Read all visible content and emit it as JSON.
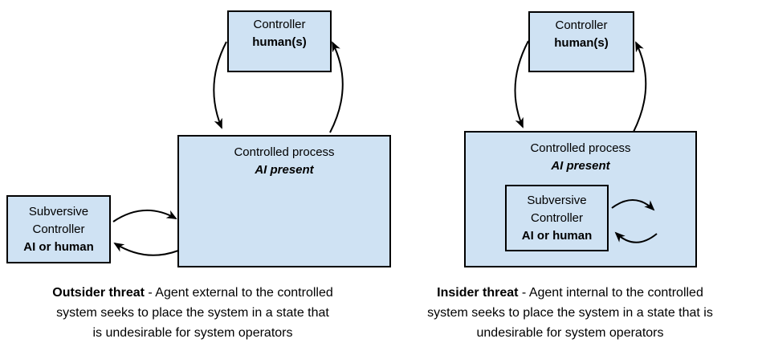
{
  "colors": {
    "box_fill": "#cfe2f3",
    "box_border": "#000000",
    "arrow": "#000000",
    "text": "#000000",
    "background": "#ffffff"
  },
  "diagrams": [
    {
      "name": "outsider-threat",
      "controller_box": {
        "line1": "Controller",
        "line2": "human(s)"
      },
      "process_box": {
        "line1": "Controlled process",
        "line2": "AI present"
      },
      "subversive_box": {
        "line1": "Subversive",
        "line2": "Controller",
        "line3": "AI or human"
      },
      "caption": {
        "bold": "Outsider threat",
        "line1_rest": " - Agent external to the controlled",
        "line2": "system seeks to place the system in a state that",
        "line3": "is undesirable for system operators"
      }
    },
    {
      "name": "insider-threat",
      "controller_box": {
        "line1": "Controller",
        "line2": "human(s)"
      },
      "process_box": {
        "line1": "Controlled process",
        "line2": "AI present"
      },
      "subversive_box": {
        "line1": "Subversive",
        "line2": "Controller",
        "line3": "AI or human"
      },
      "caption": {
        "bold": "Insider threat",
        "line1_rest": " - Agent internal to the controlled",
        "line2": "system seeks to place the system in a state that is",
        "line3": "undesirable for system operators"
      }
    }
  ]
}
